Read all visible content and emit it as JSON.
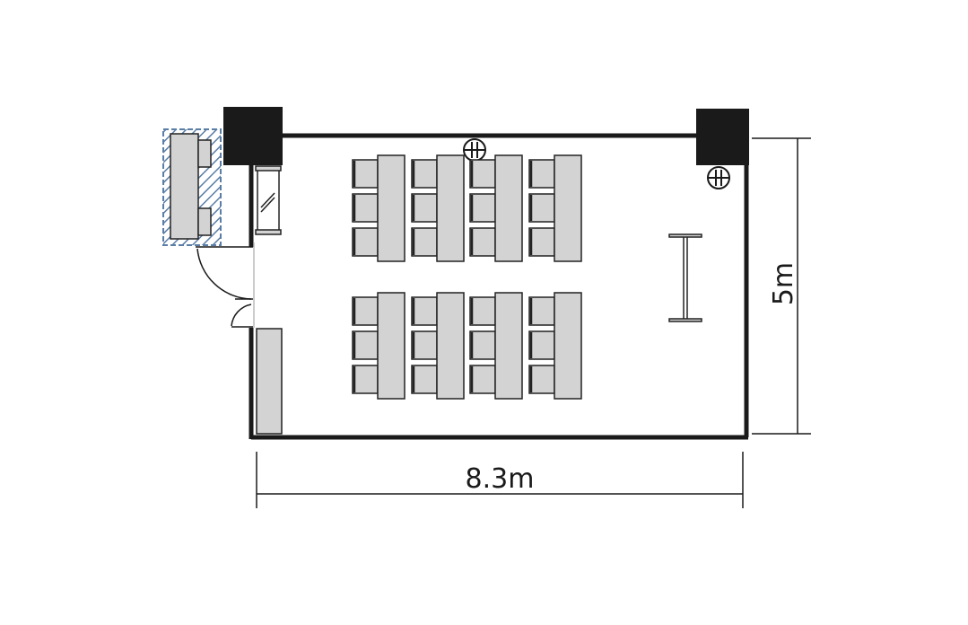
{
  "dimensions": {
    "width_label": "8.3m",
    "height_label": "5m"
  },
  "colors": {
    "wall": "#1a1a1a",
    "furniture_fill": "#d3d3d3",
    "furniture_stroke": "#222222",
    "hatch": "#5a7ea6",
    "background": "#ffffff"
  },
  "layout": {
    "type": "classroom",
    "seating_groups": 2,
    "desk_columns_per_group": 4,
    "chairs_per_desk": 3,
    "total_chairs": 24
  },
  "icons": {
    "pillar": "pillar-icon",
    "power_outlet": "outlet-icon",
    "door": "door-swing-icon",
    "whiteboard": "whiteboard-icon",
    "shelf": "shelf-icon",
    "cabinet": "cabinet-icon"
  }
}
